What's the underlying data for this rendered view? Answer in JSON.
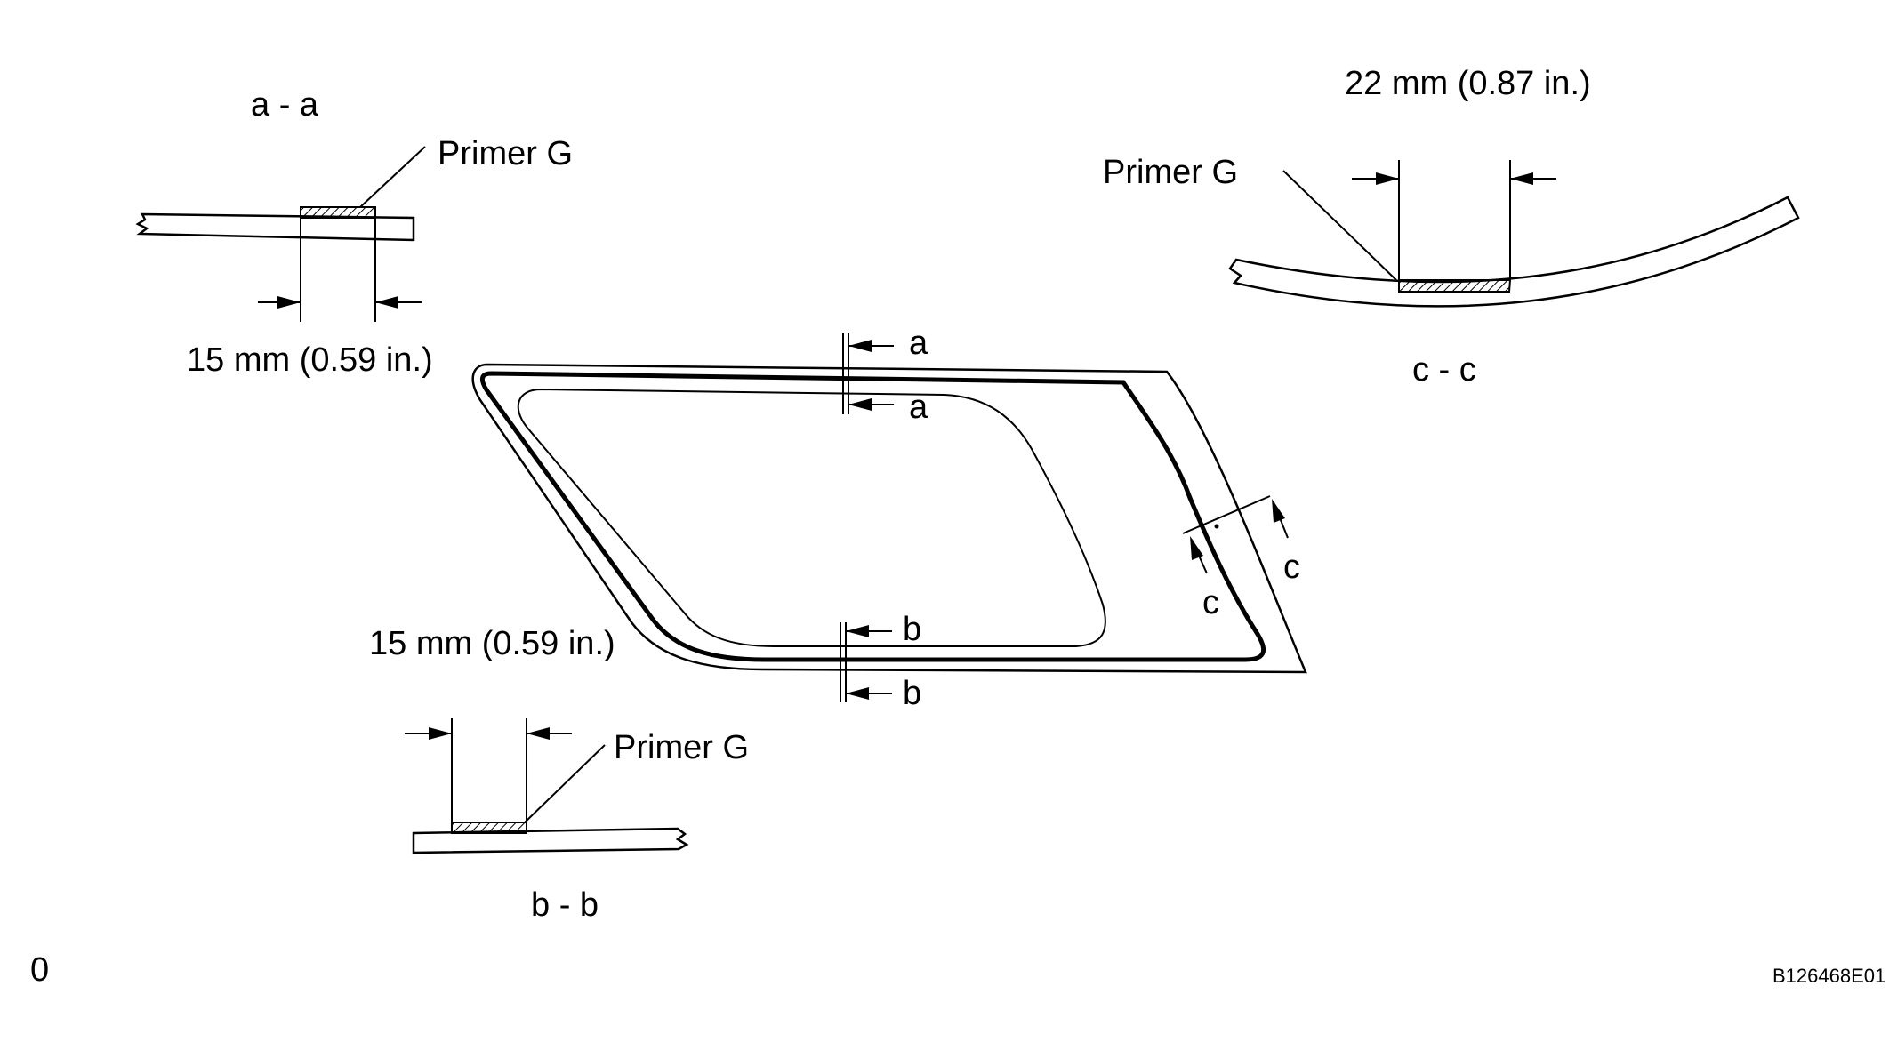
{
  "section_a": {
    "title": "a - a",
    "primer_label": "Primer G",
    "width_label": "15 mm (0.59 in.)"
  },
  "section_b": {
    "title": "b - b",
    "primer_label": "Primer G",
    "width_label": "15 mm (0.59 in.)"
  },
  "section_c": {
    "title": "c - c",
    "primer_label": "Primer G",
    "width_label": "22 mm (0.87 in.)"
  },
  "cut_markers": {
    "a_top": "a",
    "a_bottom": "a",
    "b_top": "b",
    "b_bottom": "b",
    "c_left": "c",
    "c_right": "c"
  },
  "footer": {
    "left_mark": "0",
    "figure_code": "B126468E01"
  },
  "colors": {
    "line": "#000000",
    "background": "#ffffff"
  }
}
